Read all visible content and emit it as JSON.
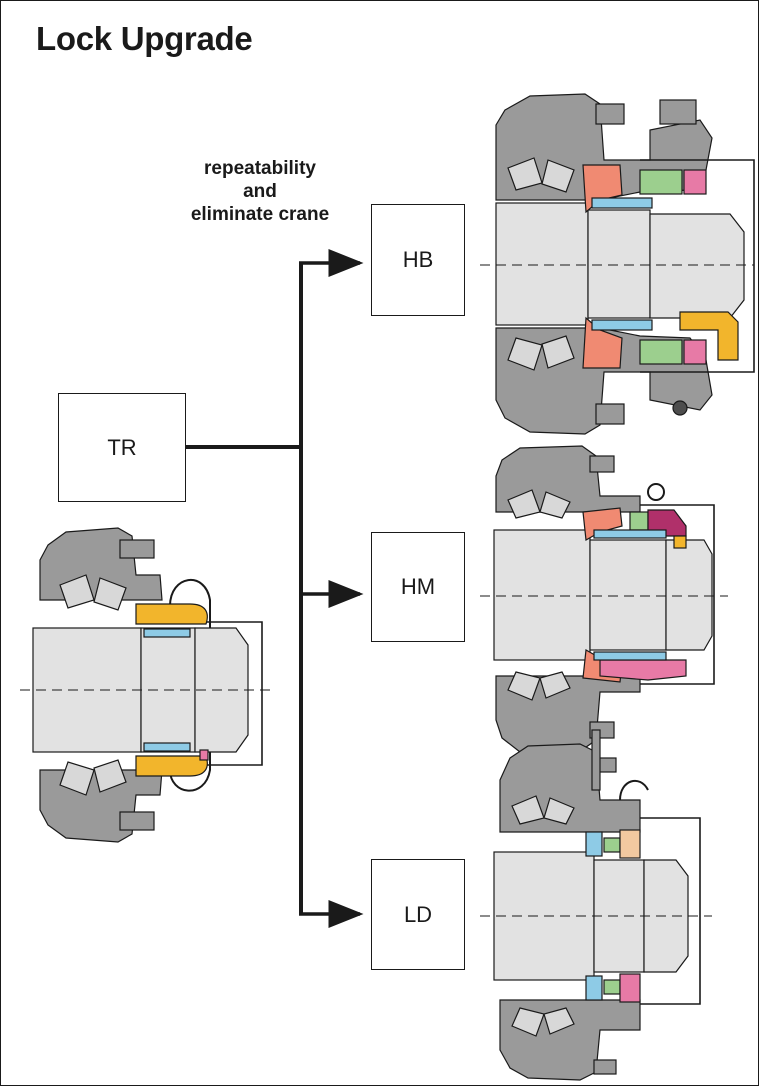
{
  "title": "Lock Upgrade",
  "annotation": {
    "lines": [
      "repeatability",
      "and",
      "eliminate crane"
    ]
  },
  "nodes": {
    "source": {
      "label": "TR"
    },
    "targets": [
      {
        "label": "HB"
      },
      {
        "label": "HM"
      },
      {
        "label": "LD"
      }
    ]
  },
  "colors": {
    "housing": "#9a9a9a",
    "shaft": "#e2e2e2",
    "outline": "#1a1a1a",
    "lock_ring": "#f2b52c",
    "seal_blue": "#8ecbe6",
    "seal_salmon": "#f08a72",
    "seal_green": "#9ccf8e",
    "seal_pink": "#e77aa6",
    "seal_magenta": "#b0306a",
    "seal_peach": "#f2c9a0"
  }
}
